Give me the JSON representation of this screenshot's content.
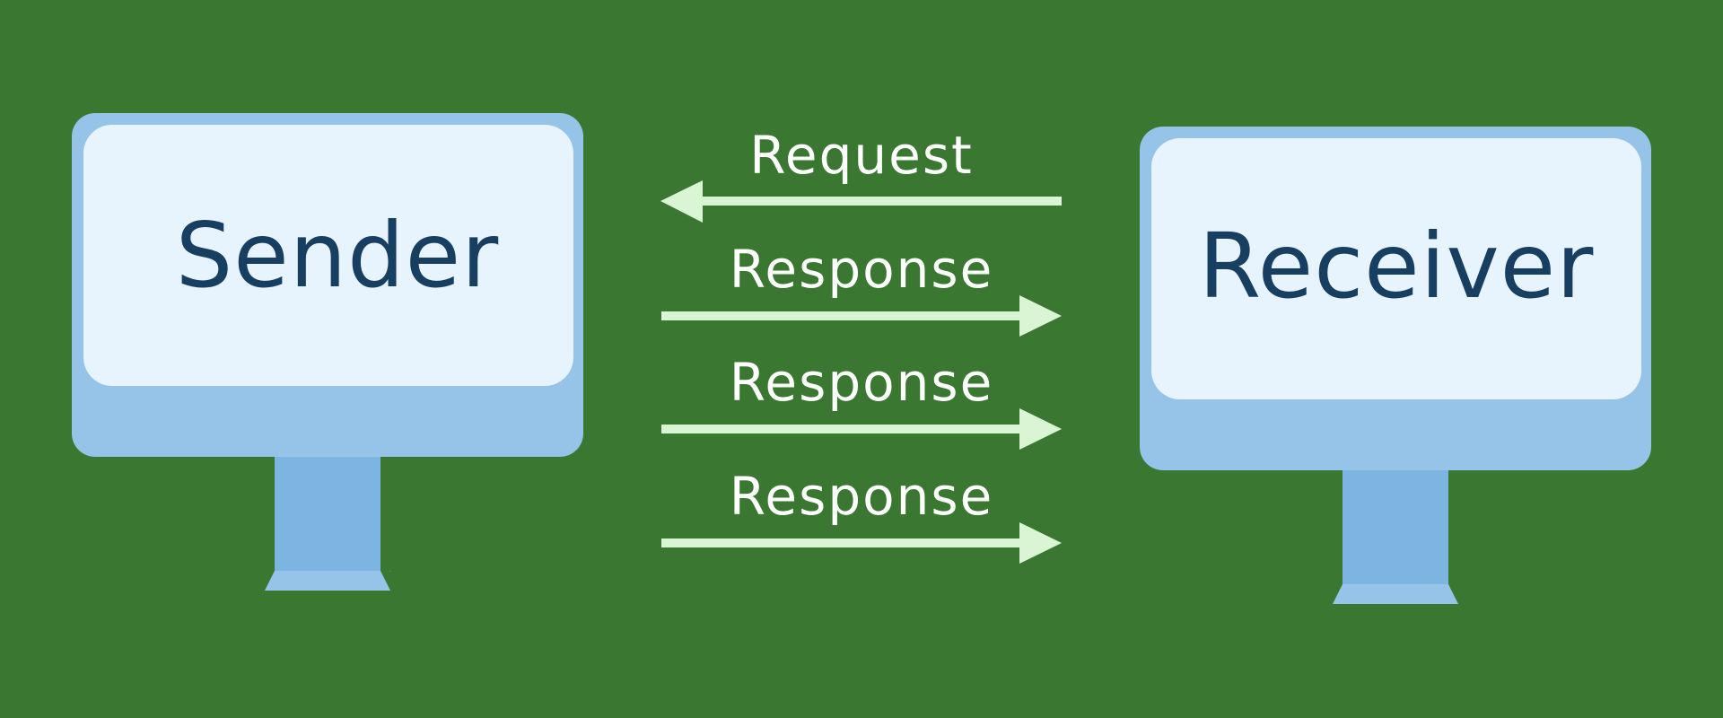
{
  "sender": {
    "label": "Sender"
  },
  "receiver": {
    "label": "Receiver"
  },
  "messages": [
    {
      "label": "Request",
      "direction": "left"
    },
    {
      "label": "Response",
      "direction": "right"
    },
    {
      "label": "Response",
      "direction": "right"
    },
    {
      "label": "Response",
      "direction": "right"
    }
  ],
  "colors": {
    "background": "#3a7831",
    "monitor_frame": "#96c4e8",
    "monitor_screen": "#e8f4fd",
    "monitor_stand": "#7bb5e0",
    "label_text": "#163f61",
    "arrow": "#d9f5d3",
    "arrow_text": "#ffffff"
  }
}
